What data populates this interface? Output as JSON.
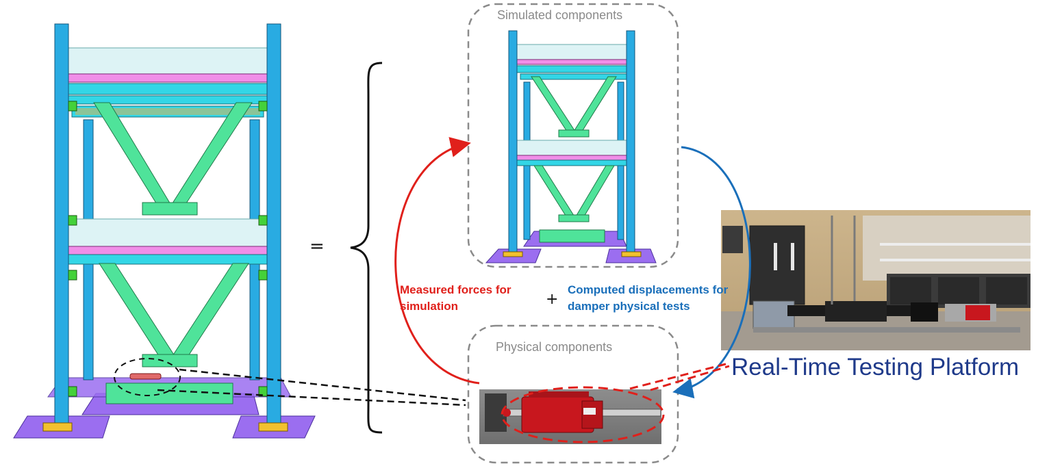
{
  "simulated_box": {
    "title": "Simulated components"
  },
  "physical_box": {
    "title": "Physical components"
  },
  "labels": {
    "measured_forces": [
      "Measured forces for",
      "simulation"
    ],
    "computed_displacements": [
      "Computed displacements for",
      "damper physical tests"
    ],
    "plus": "+",
    "equals": "="
  },
  "platform": {
    "title": "Real-Time Testing Platform"
  },
  "colors": {
    "column_blue": "#29abe2",
    "beam_cyan": "#33d6e6",
    "brace_green": "#4fe39a",
    "slab": "#ddf3f5",
    "pink_beam": "#f08ee8",
    "base_plate": "#9b6ef0",
    "gusset": "#44d13a",
    "force_arrow": "#e0201b",
    "displacement_arrow": "#1a6fba",
    "dashed_gray": "#8a8a8a",
    "damper_red": "#c8171e"
  }
}
